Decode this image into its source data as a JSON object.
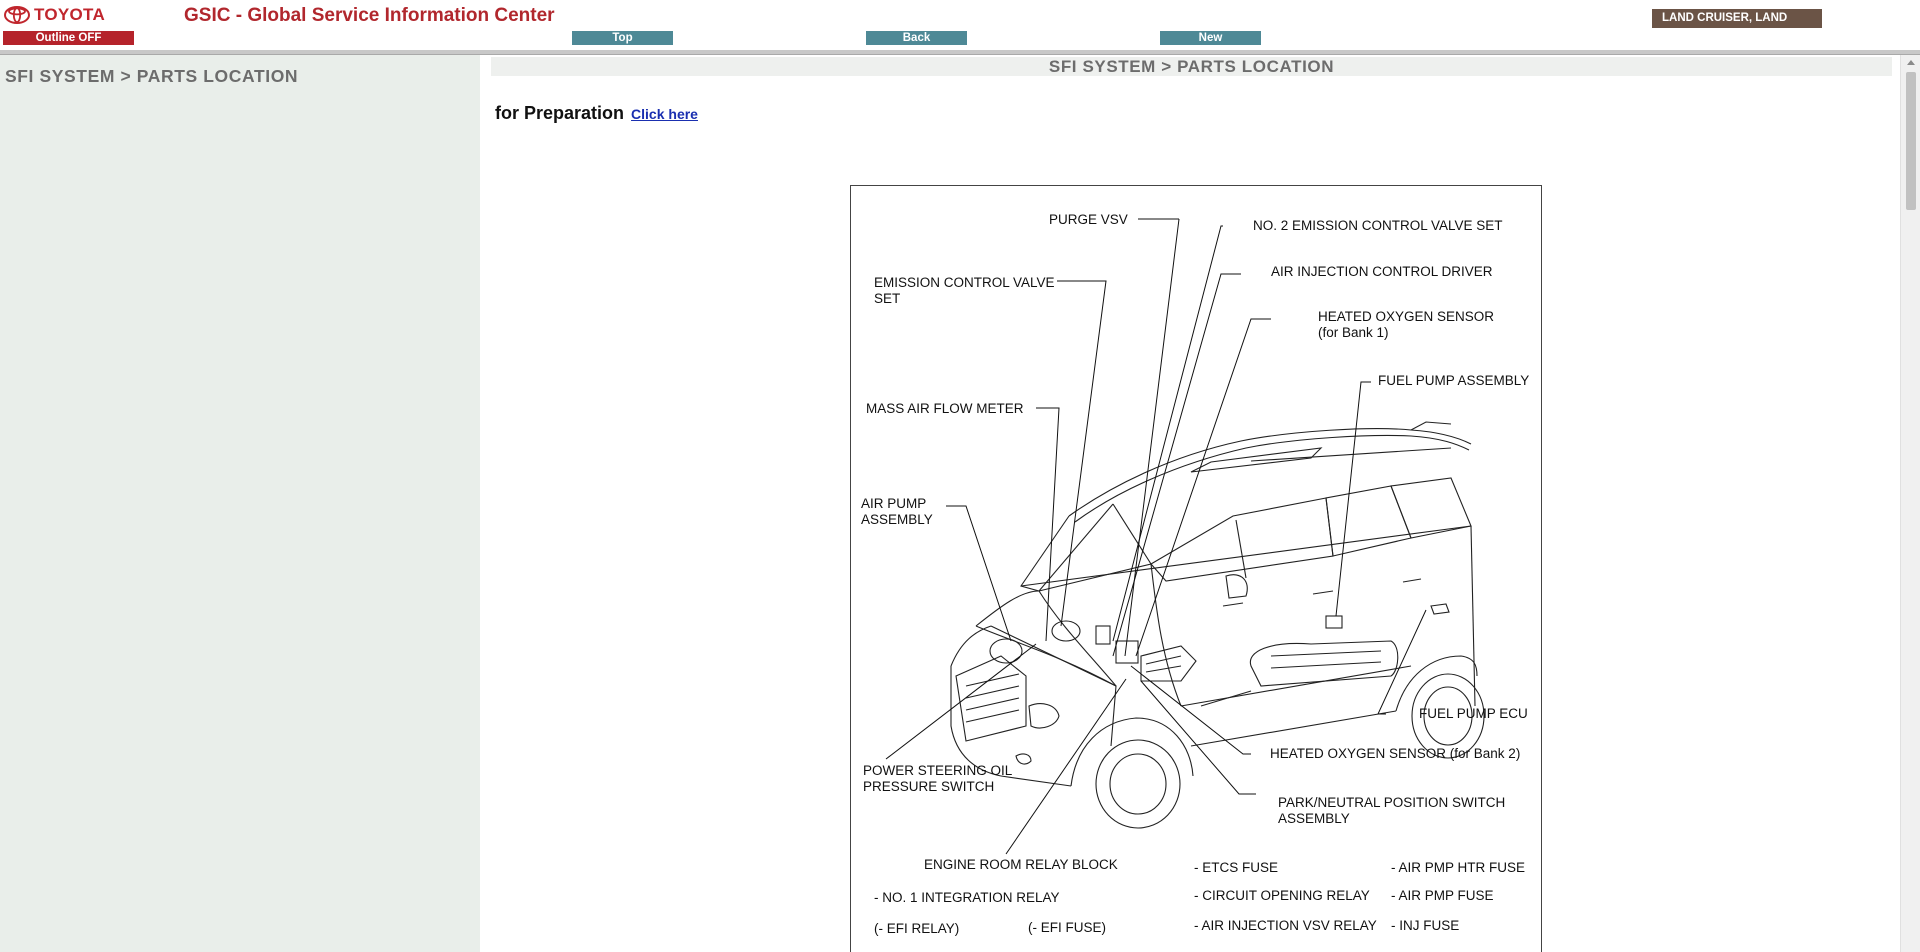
{
  "header": {
    "brand": "TOYOTA",
    "app_title": "GSIC - Global Service Information Center",
    "outline_label": "Outline OFF",
    "top_label": "Top",
    "back_label": "Back",
    "new_label": "New",
    "vehicle": "LAND CRUISER, LAND"
  },
  "sidebar": {
    "title": "SFI SYSTEM > PARTS LOCATION"
  },
  "main": {
    "title": "SFI SYSTEM > PARTS LOCATION",
    "prep_text": "for Preparation",
    "prep_link": "Click here"
  },
  "figure": {
    "labels": {
      "purge_vsv": "PURGE VSV",
      "no2_emission": "NO. 2 EMISSION CONTROL VALVE SET",
      "emission_1": "EMISSION CONTROL VALVE",
      "emission_2": "SET",
      "air_injection_driver": "AIR INJECTION CONTROL DRIVER",
      "hos1_1": "HEATED OXYGEN SENSOR",
      "hos1_2": "(for Bank 1)",
      "fuel_pump_assembly": "FUEL PUMP ASSEMBLY",
      "maf": "MASS AIR FLOW METER",
      "air_pump_1": "AIR PUMP",
      "air_pump_2": "ASSEMBLY",
      "fuel_pump_ecu": "FUEL PUMP ECU",
      "hos2": "HEATED OXYGEN SENSOR (for Bank 2)",
      "ps_1": "POWER STEERING OIL",
      "ps_2": "PRESSURE SWITCH",
      "pnp_1": "PARK/NEUTRAL POSITION SWITCH",
      "pnp_2": "ASSEMBLY",
      "relay_block": "ENGINE ROOM RELAY BLOCK",
      "no1_integration": "- NO. 1 INTEGRATION RELAY",
      "efi_relay": "(- EFI RELAY)",
      "efi_fuse": "(- EFI FUSE)",
      "etcs_fuse": "- ETCS FUSE",
      "circuit_opening": "- CIRCUIT OPENING RELAY",
      "air_injection_vsv": "- AIR INJECTION VSV RELAY",
      "air_pmp_htr": "- AIR PMP HTR FUSE",
      "air_pmp": "- AIR PMP FUSE",
      "inj_fuse": "- INJ FUSE"
    }
  },
  "colors": {
    "brand_red": "#b1272d",
    "nav_teal": "#4e8996",
    "vehicle_brown": "#6b5446",
    "sidebar_bg": "#e9eeea"
  }
}
